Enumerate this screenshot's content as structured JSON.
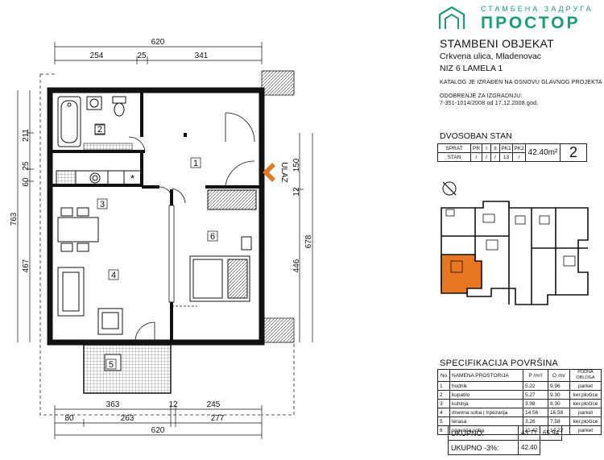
{
  "logo": {
    "line1": "СТАМБЕНА ЗАДРУГА",
    "line2": "ПРОСТОР",
    "color": "#1a9c7b"
  },
  "project": {
    "title": "STAMBENI OBJEKAT",
    "address": "Crkvena ulica, Mladenovac",
    "building": "NIZ 6 LAMELA 1",
    "catalog_note": "KATALOG JE IZRAĐEN NA OSNOVU GLAVNOG PROJEKTA",
    "approval_label": "ODOBRENJE ZA IZGRADNJU:",
    "approval_text": "7-351-1014/2008 od 17.12.2008.god."
  },
  "apartment": {
    "type": "DVOSOBAN STAN",
    "floor_header": [
      "SPRAT",
      "PR",
      "I",
      "II",
      "PK1",
      "PK2"
    ],
    "stan_row": [
      "STAN",
      "/",
      "/",
      "/",
      "13",
      "/"
    ],
    "area": "42.40m²",
    "rooms_count": "2"
  },
  "plan": {
    "dims_top": {
      "total": "620",
      "d1": "254",
      "d2": "25",
      "d3": "341"
    },
    "dims_left": {
      "total": "763",
      "d1": "211",
      "d2": "60",
      "d3": "25",
      "d4": "467"
    },
    "dims_right": {
      "d1": "150",
      "d2": "12",
      "d3": "678",
      "d4": "446"
    },
    "dims_bottom": {
      "d1": "363",
      "d2": "12",
      "d3": "245",
      "d4": "80",
      "d5": "263",
      "d6": "277",
      "total": "620"
    },
    "room_numbers": [
      "1",
      "2",
      "3",
      "4",
      "5",
      "6"
    ],
    "entrance_label": "ULAZ",
    "star": "*",
    "accent_color": "#e87722"
  },
  "specification": {
    "title": "SPECIFIKACIJA POVRŠINA",
    "headers": [
      "No",
      "NAMENA PROSTORIJA",
      "P /m²/",
      "O /m/",
      "PODNA OBLOGA"
    ],
    "rows": [
      [
        "1",
        "hodnik",
        "5.22",
        "9.96",
        "parket"
      ],
      [
        "2",
        "kupatilo",
        "5.27",
        "9.30",
        "ker.pločice"
      ],
      [
        "3",
        "kuhinja",
        "3.98",
        "8.30",
        "ker.pločice"
      ],
      [
        "4",
        "dnevna soba | trpezarija",
        "14.56",
        "16.58",
        "parket"
      ],
      [
        "5",
        "terasa",
        "3.26",
        "7.58",
        "ker.pločice"
      ],
      [
        "6",
        "spavaća soba",
        "11.42",
        "14.22",
        "parket"
      ]
    ],
    "total_label": "UKUPNO:",
    "total_area": "43.71",
    "total_perimeter": "65.94",
    "reduced_label": "UKUPNO -3%:",
    "reduced_area": "42.40"
  }
}
